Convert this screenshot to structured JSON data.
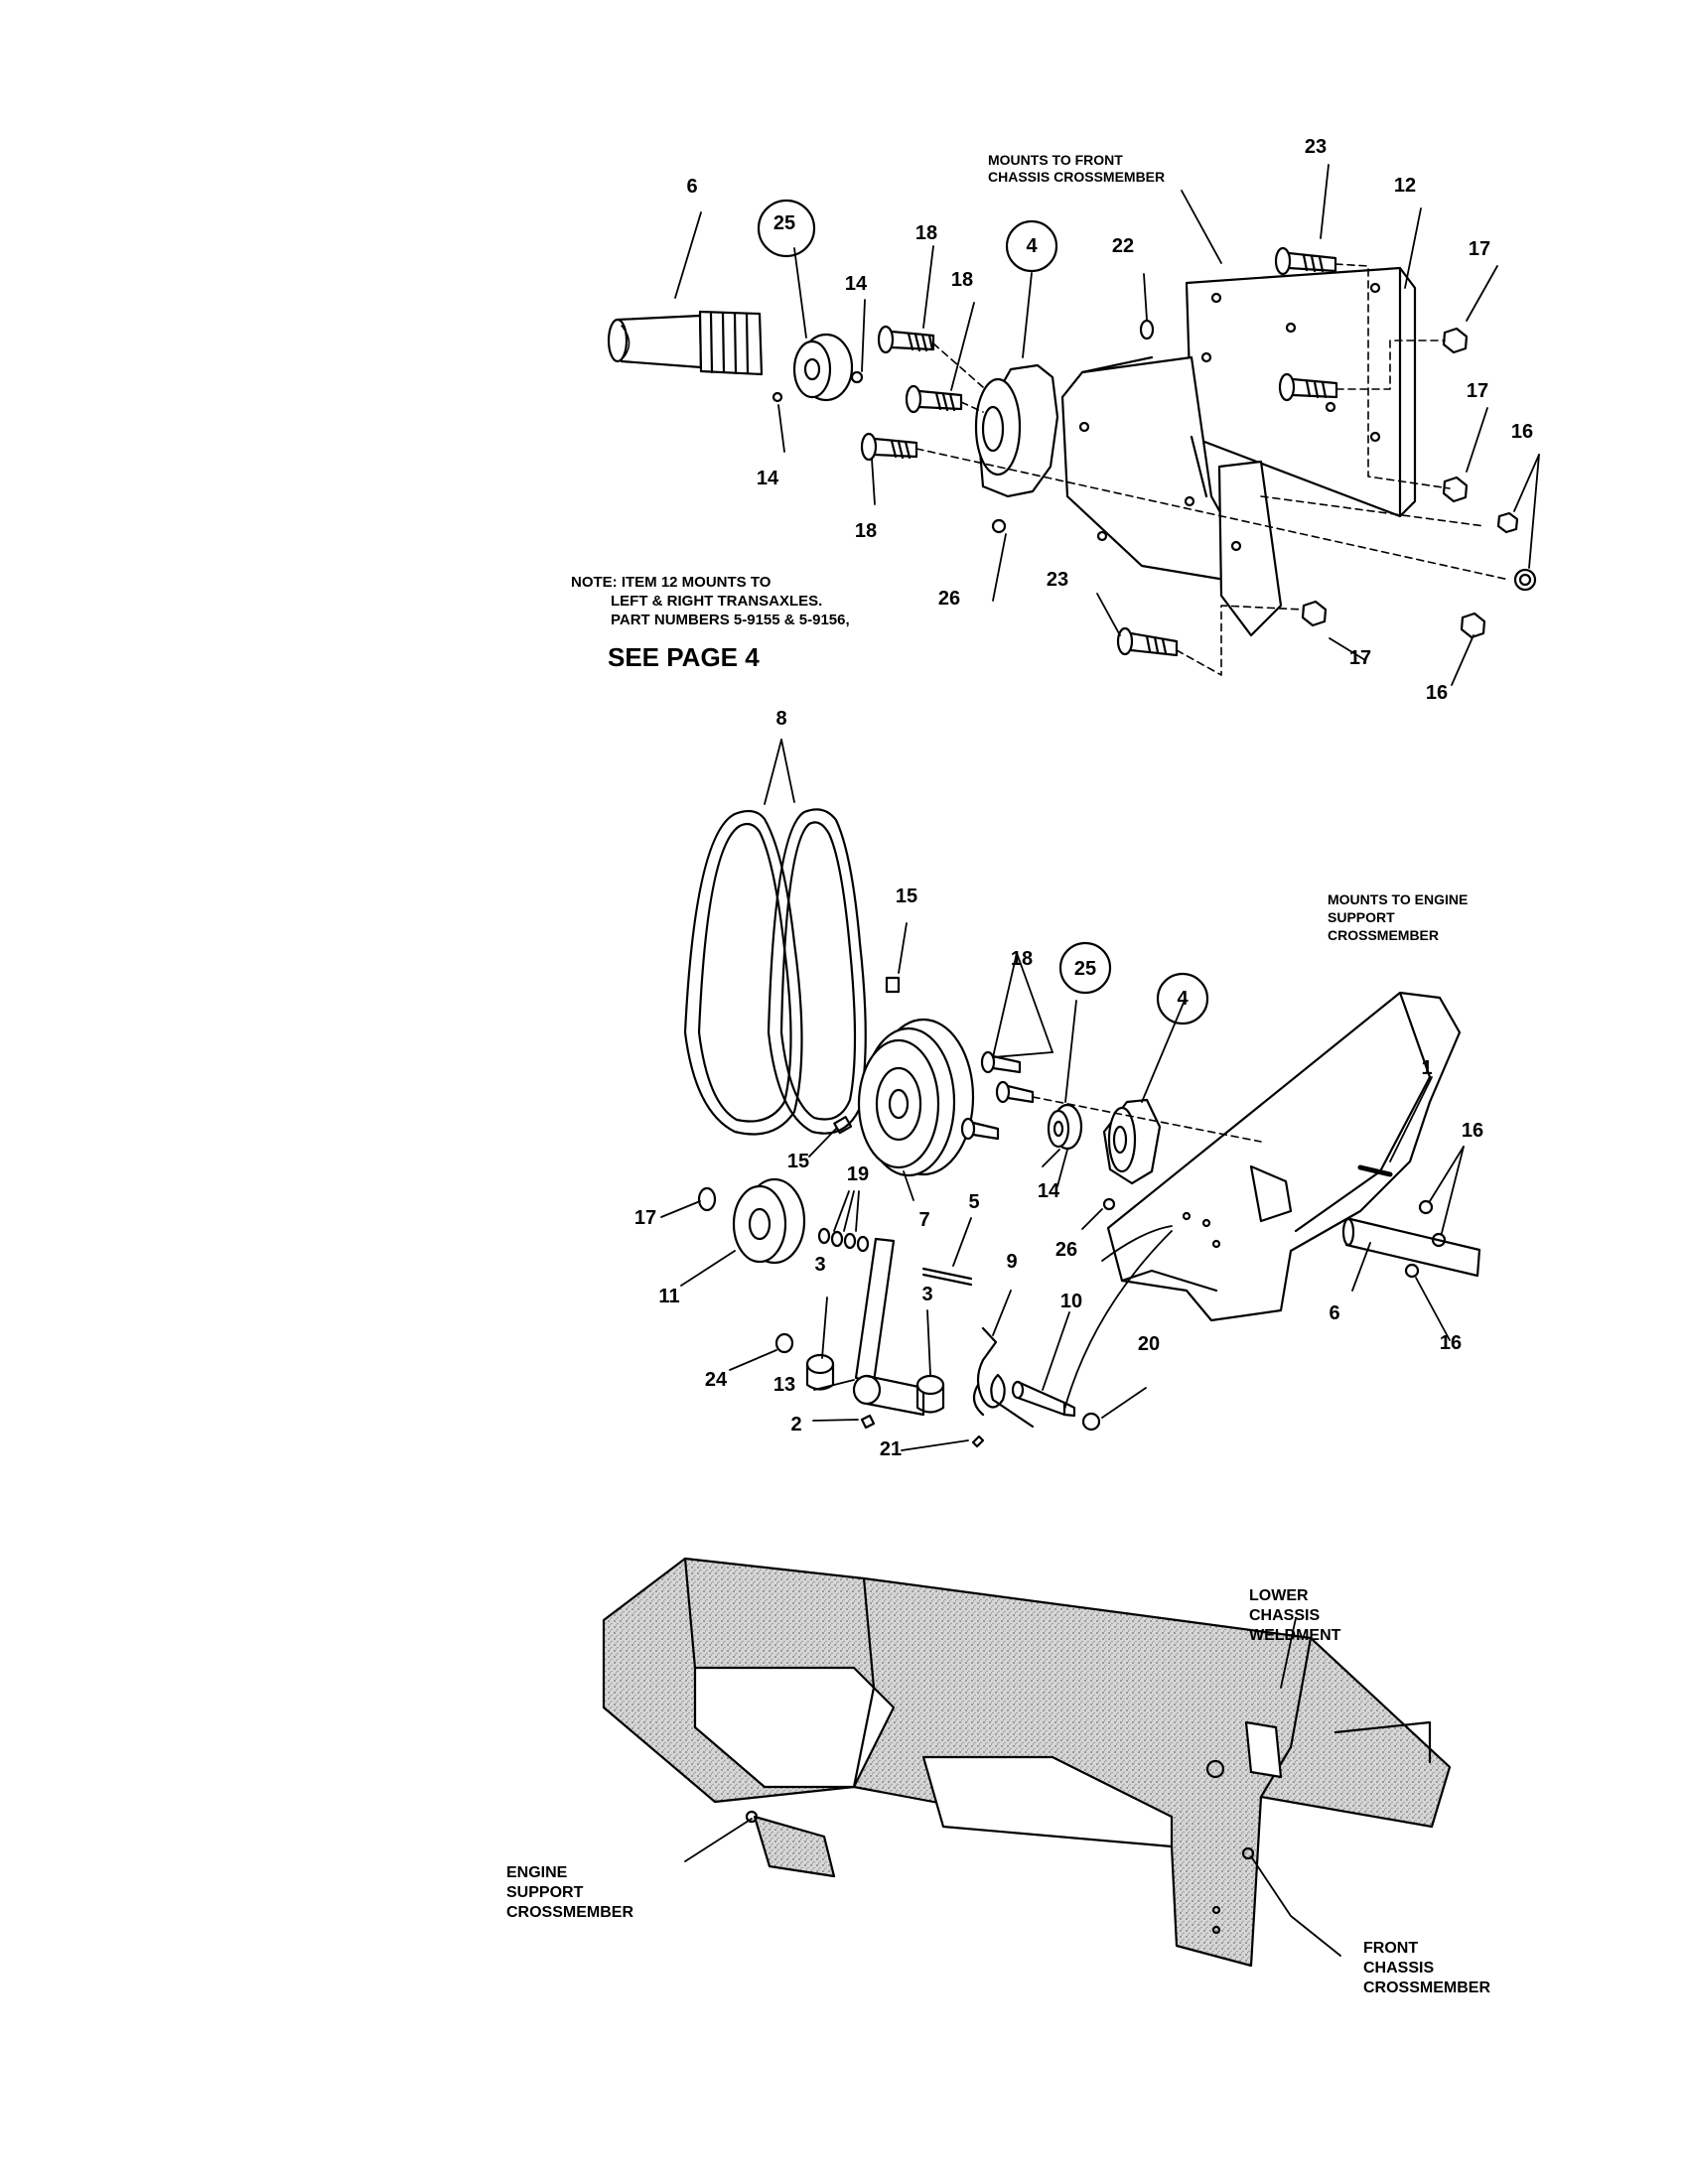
{
  "top_view": {
    "callout_mounts": [
      "MOUNTS TO FRONT",
      "CHASSIS CROSSMEMBER"
    ],
    "note": [
      "NOTE: ITEM 12 MOUNTS TO",
      "LEFT & RIGHT TRANSAXLES.",
      "PART NUMBERS 5-9155 & 5-9156,"
    ],
    "see_page": "SEE PAGE 4",
    "labels": {
      "n6": "6",
      "n25": "25",
      "n14a": "14",
      "n14b": "14",
      "n18a": "18",
      "n18b": "18",
      "n18c": "18",
      "n4": "4",
      "n22": "22",
      "n23a": "23",
      "n23b": "23",
      "n12": "12",
      "n17a": "17",
      "n17b": "17",
      "n17c": "17",
      "n16a": "16",
      "n16b": "16",
      "n26": "26"
    }
  },
  "middle_view": {
    "callout_mounts": [
      "MOUNTS TO ENGINE",
      "SUPPORT",
      "CROSSMEMBER"
    ],
    "labels": {
      "n8": "8",
      "n15a": "15",
      "n15b": "15",
      "n18": "18",
      "n25": "25",
      "n4": "4",
      "n1": "1",
      "n16a": "16",
      "n16b": "16",
      "n14": "14",
      "n26": "26",
      "n6": "6",
      "n17": "17",
      "n19": "19",
      "n7": "7",
      "n5": "5",
      "n9": "9",
      "n10": "10",
      "n11": "11",
      "n3a": "3",
      "n3b": "3",
      "n24": "24",
      "n13": "13",
      "n2": "2",
      "n21": "21",
      "n20": "20"
    }
  },
  "bottom_view": {
    "lower_chassis": [
      "LOWER",
      "CHASSIS",
      "WELDMENT"
    ],
    "engine_support": [
      "ENGINE",
      "SUPPORT",
      "CROSSMEMBER"
    ],
    "front_chassis": [
      "FRONT",
      "CHASSIS",
      "CROSSMEMBER"
    ]
  }
}
